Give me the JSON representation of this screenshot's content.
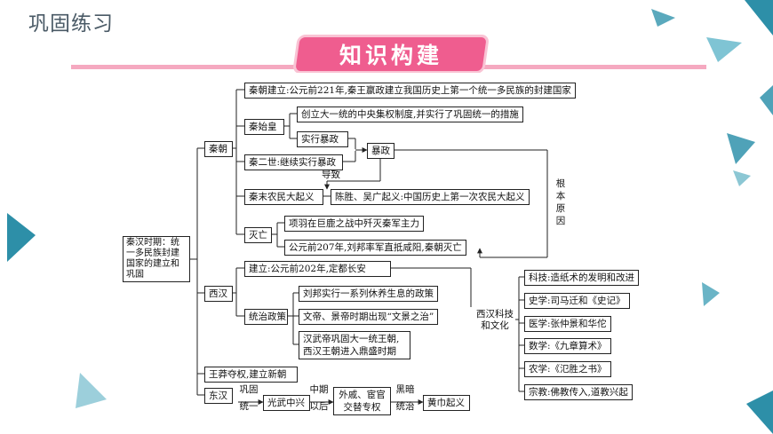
{
  "page": {
    "title": "巩固练习"
  },
  "banner": {
    "text": "知识构建"
  },
  "diagram": {
    "root": "秦汉时期：统一多民族封建国家的建立和巩固",
    "qin": {
      "label": "秦朝",
      "establish": "秦朝建立:公元前221年,秦王嬴政建立我国历史上第一个统一多民族的封建国家",
      "shihuang": "秦始皇",
      "sh_item1": "创立大一统的中央集权制度,并实行了巩固统一的措施",
      "sh_item2": "实行暴政",
      "ershi": "秦二世:继续实行暴政",
      "baozheng": "暴政",
      "daozhi": "导致",
      "uprising": "秦末农民大起义",
      "uprising_detail": "陈胜、吴广起义:中国历史上第一次农民大起义",
      "fall": "灭亡",
      "fall_item1": "项羽在巨鹿之战中歼灭秦军主力",
      "fall_item2": "公元前207年,刘邦率军直抵咸阳,秦朝灭亡",
      "root_cause": "根本原因"
    },
    "xihan": {
      "label": "西汉",
      "establish": "建立:公元前202年,定都长安",
      "policy": "统治政策",
      "policy_item1": "刘邦实行一系列休养生息的政策",
      "policy_item2": "文帝、景帝时期出现“文景之治”",
      "policy_item3_line1": "汉武帝巩固大一统王朝,",
      "policy_item3_line2": "西汉王朝进入鼎盛时期",
      "culture": "西汉科技和文化",
      "culture_items": [
        "科技:造纸术的发明和改进",
        "史学:司马迁和《史记》",
        "医学:张仲景和华佗",
        "数学:《九章算术》",
        "农学:《氾胜之书》",
        "宗教:佛教传入,道教兴起"
      ]
    },
    "wangmang": "王莽夺权,建立新朝",
    "donghan": {
      "label": "东汉",
      "arrow1_line1": "巩固",
      "arrow1_line2": "统一",
      "guangwu": "光武中兴",
      "arrow2_line1": "中期",
      "arrow2_line2": "以后",
      "waiqi_line1": "外戚、宦官",
      "waiqi_line2": "交替专权",
      "arrow3_line1": "黑暗",
      "arrow3_line2": "统治",
      "huangjin": "黄巾起义"
    }
  }
}
